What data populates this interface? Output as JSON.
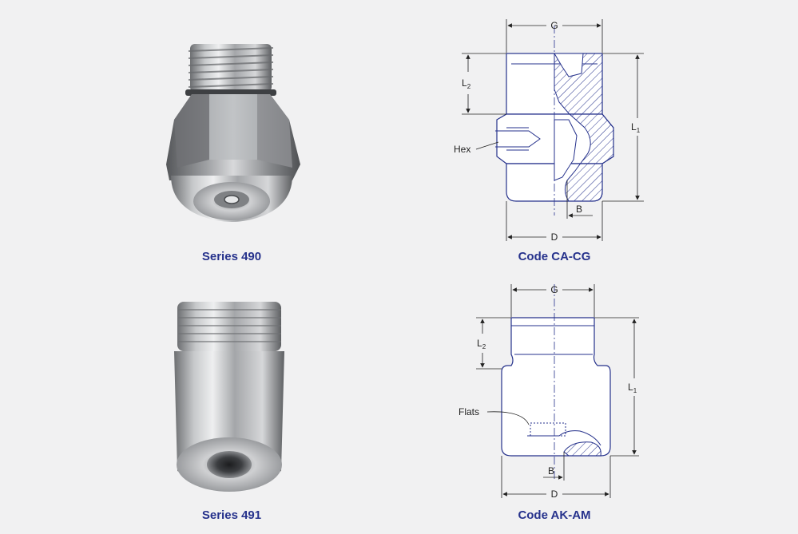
{
  "products": [
    {
      "name": "Series 490"
    },
    {
      "name": "Code CA-CG"
    },
    {
      "name": "Series 491"
    },
    {
      "name": "Code AK-AM"
    }
  ],
  "top_drawing": {
    "g": "G",
    "l": "L",
    "l2_sub": "2",
    "l1_sub": "1",
    "hex": "Hex",
    "b": "B",
    "d": "D"
  },
  "bottom_drawing": {
    "g": "G",
    "l": "L",
    "l2_sub": "2",
    "l1_sub": "1",
    "flats": "Flats",
    "b": "B",
    "d": "D"
  },
  "colors": {
    "outline_blue": "#26328c",
    "caption_blue": "#26328c",
    "dimension_black": "#222222",
    "background": "#f1f1f2"
  }
}
